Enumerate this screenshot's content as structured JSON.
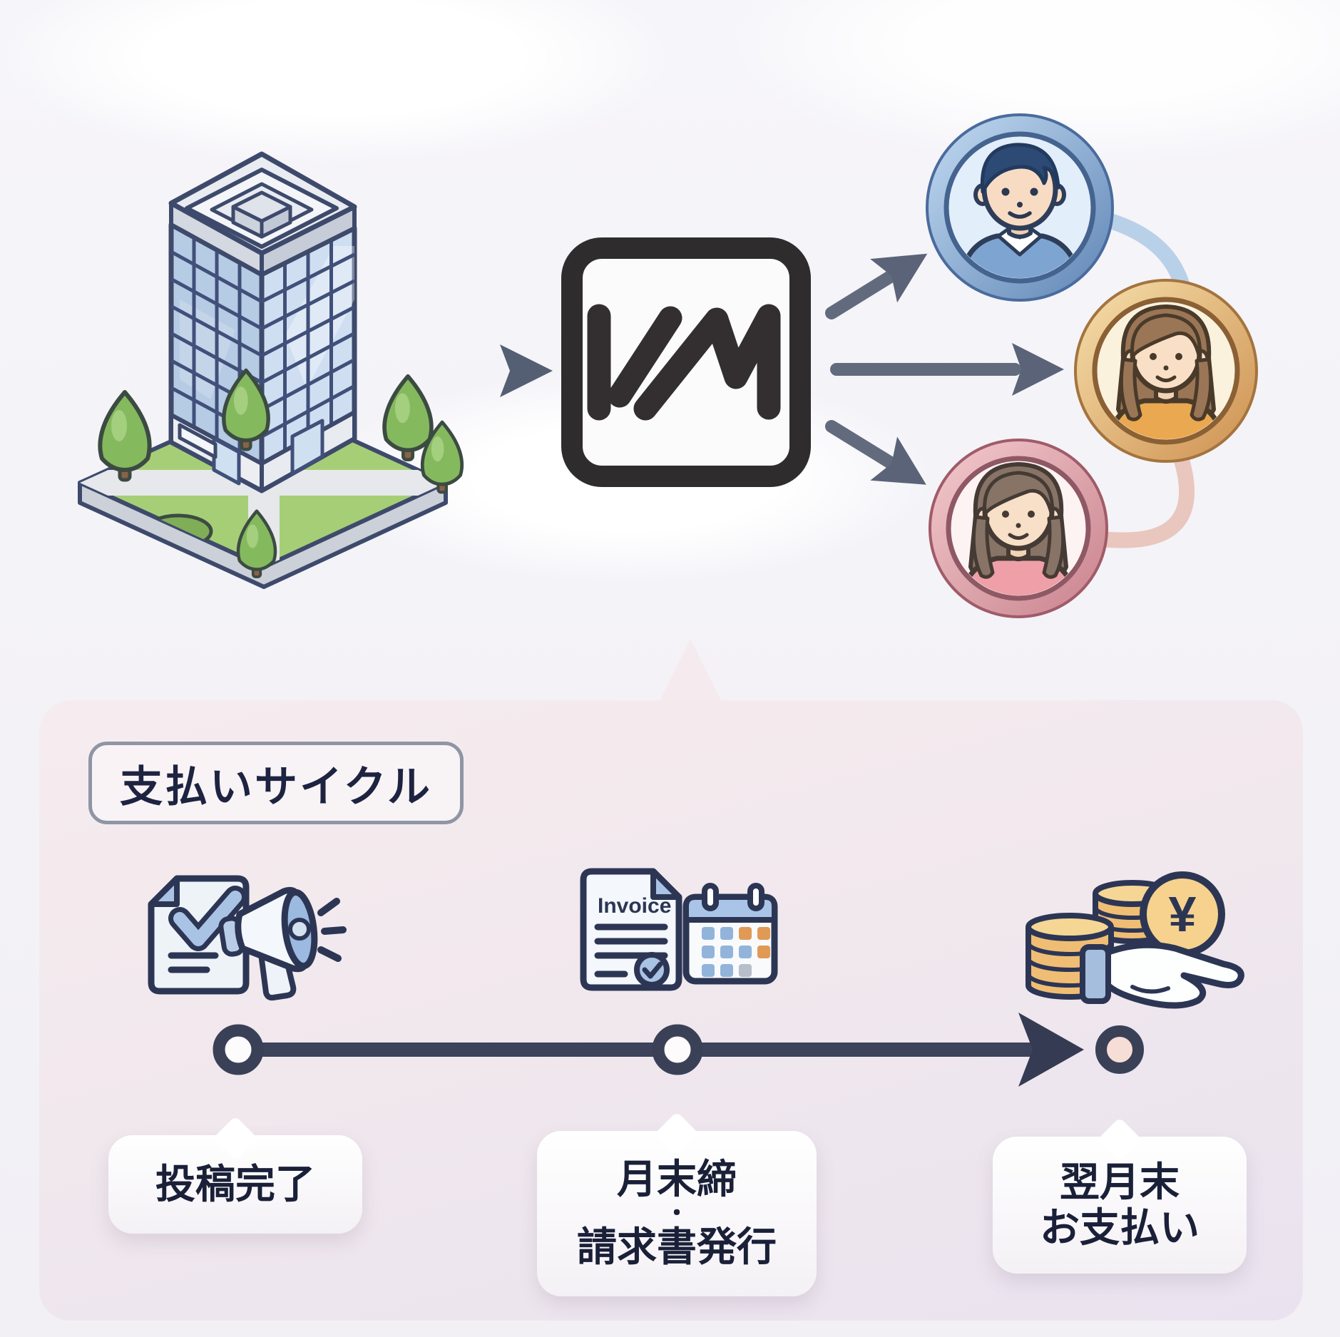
{
  "logo": {
    "text": "VM"
  },
  "flow": {
    "source_icon": "company-building-icon",
    "platform_icon": "vm-logo-icon",
    "recipient_icons": [
      "male-avatar-icon",
      "female-avatar-gold-icon",
      "female-avatar-pink-icon"
    ]
  },
  "payment_cycle": {
    "label": "支払いサイクル",
    "steps": [
      {
        "icon": "document-check-megaphone-icon",
        "bubble_lines": [
          "投稿完了"
        ]
      },
      {
        "icon": "invoice-calendar-icon",
        "invoice_label": "Invoice",
        "bubble_lines": [
          "月末締",
          "・",
          "請求書発行"
        ]
      },
      {
        "icon": "coins-in-hand-icon",
        "currency_symbol": "¥",
        "bubble_lines": [
          "翌月末",
          "お支払い"
        ]
      }
    ]
  },
  "colors": {
    "outline_navy": "#2c3654",
    "arrow_slate": "#5e6779",
    "timeline_slate": "#3a4157",
    "panel_pink": "#f2e8ec",
    "ring_blue": "#6c90bd",
    "ring_gold": "#d39a5d",
    "ring_pink": "#cf8793",
    "grass_green": "#a6ce77"
  }
}
